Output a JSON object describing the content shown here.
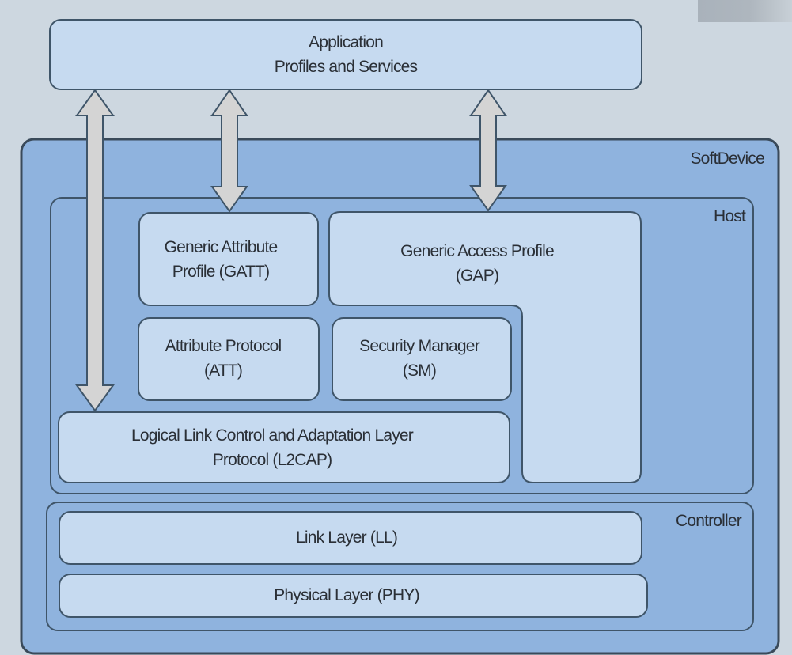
{
  "colors": {
    "background": "#cdd7e0",
    "container_fill": "#8fb3de",
    "block_fill": "#c6daf0",
    "border": "#3f5569",
    "arrow_fill": "#d4d4d4",
    "text": "#2a2f36"
  },
  "application": {
    "line1": "Application",
    "line2": "Profiles and Services"
  },
  "softdevice": {
    "label": "SoftDevice",
    "host": {
      "label": "Host",
      "gatt": {
        "line1": "Generic Attribute",
        "line2": "Profile (GATT)"
      },
      "gap": {
        "line1": "Generic Access Profile",
        "line2": "(GAP)"
      },
      "att": {
        "line1": "Attribute Protocol",
        "line2": "(ATT)"
      },
      "sm": {
        "line1": "Security Manager",
        "line2": "(SM)"
      },
      "l2cap": {
        "line1": "Logical Link Control and Adaptation Layer",
        "line2": "Protocol (L2CAP)"
      }
    },
    "controller": {
      "label": "Controller",
      "ll": "Link Layer (LL)",
      "phy": "Physical Layer (PHY)"
    }
  },
  "arrows": [
    {
      "name": "application-l2cap-arrow",
      "from": "Application",
      "to": "L2CAP",
      "direction": "bidirectional"
    },
    {
      "name": "application-gatt-arrow",
      "from": "Application",
      "to": "GATT",
      "direction": "bidirectional"
    },
    {
      "name": "application-gap-arrow",
      "from": "Application",
      "to": "GAP",
      "direction": "bidirectional"
    }
  ]
}
